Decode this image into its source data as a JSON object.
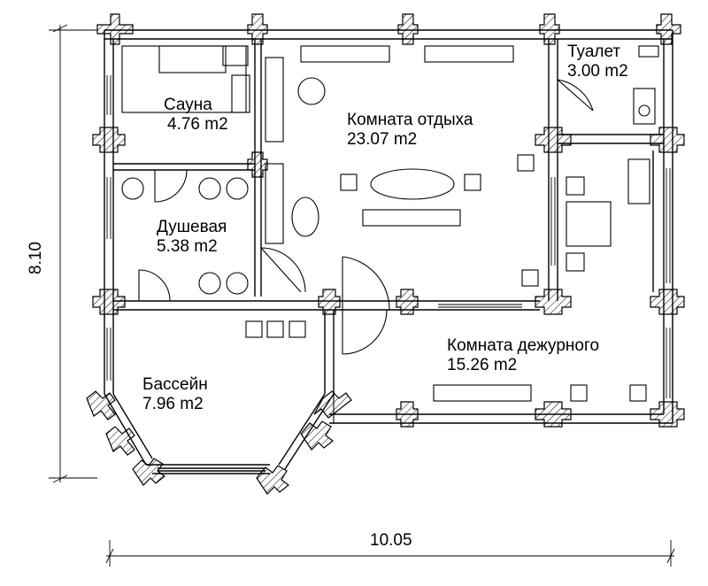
{
  "rooms": {
    "sauna": {
      "name": "Сауна",
      "area": "4.76 m2"
    },
    "rest": {
      "name": "Комната отдыха",
      "area": "23.07 m2"
    },
    "toilet": {
      "name": "Туалет",
      "area": "3.00 m2"
    },
    "shower": {
      "name": "Душевая",
      "area": "5.38 m2"
    },
    "pool": {
      "name": "Бассейн",
      "area": "7.96 m2"
    },
    "duty": {
      "name": "Комната дежурного",
      "area": "15.26 m2"
    }
  },
  "dimensions": {
    "height": "8.10",
    "width": "10.05"
  },
  "colors": {
    "line": "#000000",
    "background": "#ffffff"
  }
}
